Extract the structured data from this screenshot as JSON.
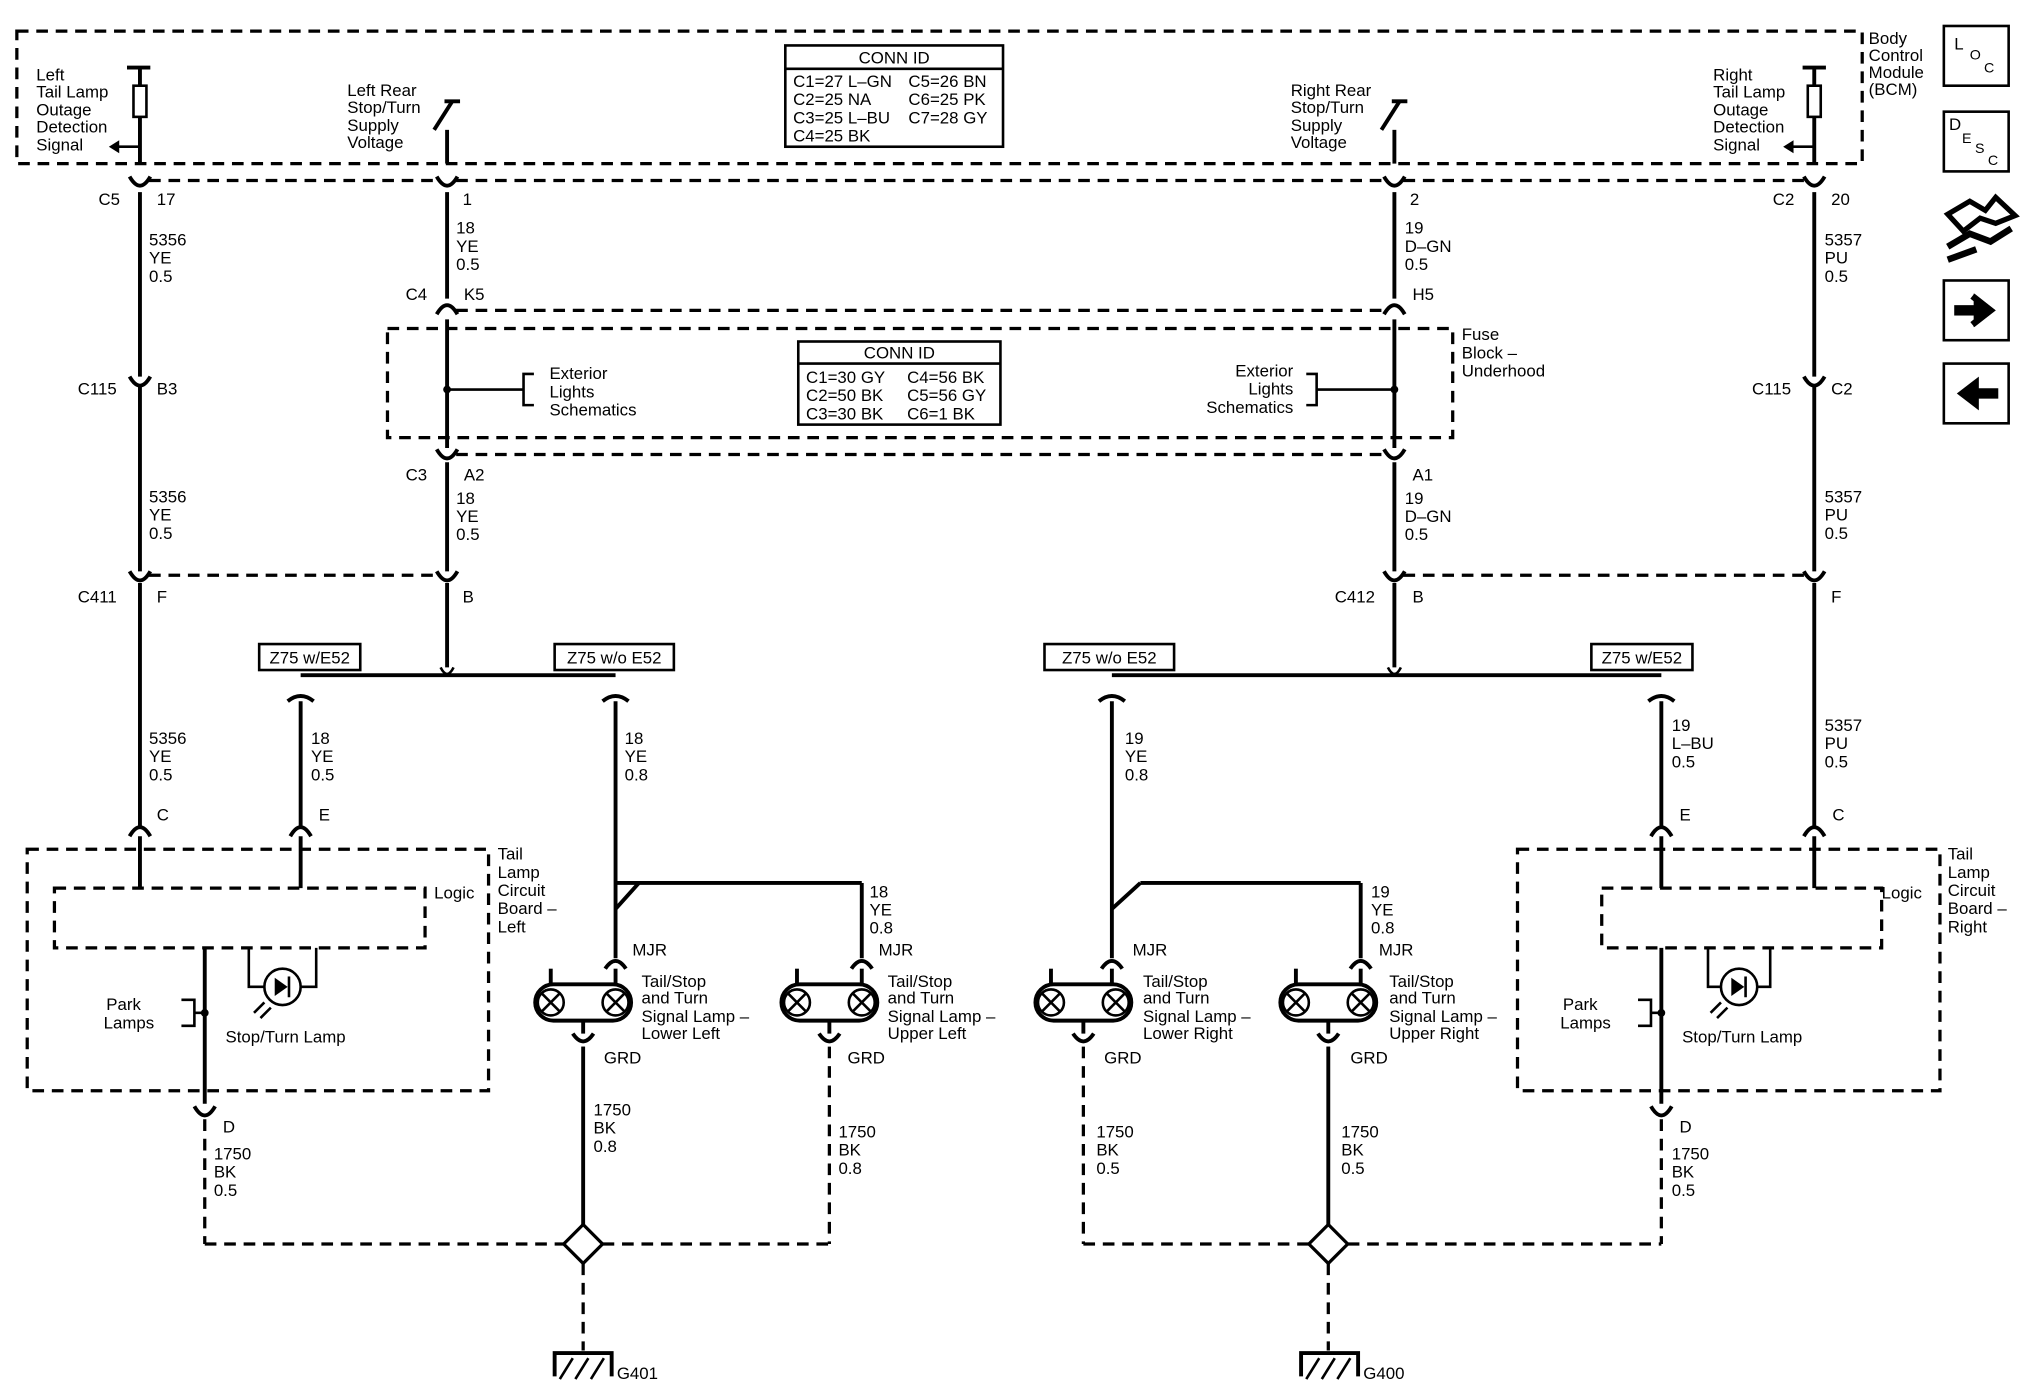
{
  "bcm": {
    "label": [
      "Body",
      "Control",
      "Module",
      "(BCM)"
    ]
  },
  "fuse_block": {
    "label": [
      "Fuse",
      "Block –",
      "Underhood"
    ]
  },
  "bcm_conn": {
    "title": "CONN ID",
    "left": [
      "C1=27 L–GN",
      "C2=25 NA",
      "C3=25 L–BU",
      "C4=25 BK"
    ],
    "right": [
      "C5=26 BN",
      "C6=25 PK",
      "C7=28 GY"
    ]
  },
  "fuse_conn": {
    "title": "CONN ID",
    "left": [
      "C1=30 GY",
      "C2=50 BK",
      "C3=30 BK"
    ],
    "right": [
      "C4=56 BK",
      "C5=56 GY",
      "C6=1 BK"
    ]
  },
  "signals": {
    "left_outage": [
      "Left",
      "Tail Lamp",
      "Outage",
      "Detection",
      "Signal"
    ],
    "left_supply": [
      "Left Rear",
      "Stop/Turn",
      "Supply",
      "Voltage"
    ],
    "right_supply": [
      "Right Rear",
      "Stop/Turn",
      "Supply",
      "Voltage"
    ],
    "right_outage": [
      "Right",
      "Tail Lamp",
      "Outage",
      "Detection",
      "Signal"
    ]
  },
  "exterior_lights": [
    "Exterior",
    "Lights",
    "Schematics"
  ],
  "connectors": {
    "c5": "C5",
    "c5_pin": "17",
    "c2": "C2",
    "c2_pin": "20",
    "pin1": "1",
    "pin2": "2",
    "c4": "C4",
    "k5": "K5",
    "h5": "H5",
    "c115": "C115",
    "b3": "B3",
    "c115r": "C115",
    "c2r": "C2",
    "c3": "C3",
    "a2": "A2",
    "a1": "A1",
    "c411": "C411",
    "f_l": "F",
    "b_l": "B",
    "c412": "C412",
    "b_r": "B",
    "f_r": "F",
    "c_l": "C",
    "e_l": "E",
    "e_r": "E",
    "c_r": "C",
    "d_l": "D",
    "d_r": "D"
  },
  "wires": {
    "w5356": [
      "5356",
      "YE",
      "0.5"
    ],
    "w18": [
      "18",
      "YE",
      "0.5"
    ],
    "w19": [
      "19",
      "D–GN",
      "0.5"
    ],
    "w5357": [
      "5357",
      "PU",
      "0.5"
    ],
    "w18_08": [
      "18",
      "YE",
      "0.8"
    ],
    "w19_08": [
      "19",
      "YE",
      "0.8"
    ],
    "w19_lbu": [
      "19",
      "L–BU",
      "0.5"
    ],
    "w1750_05": [
      "1750",
      "BK",
      "0.5"
    ],
    "w1750_08": [
      "1750",
      "BK",
      "0.8"
    ]
  },
  "options": {
    "z75_w": "Z75 w/E52",
    "z75_wo": "Z75 w/o E52"
  },
  "board_left": [
    "Tail",
    "Lamp",
    "Circuit",
    "Board –",
    "Left"
  ],
  "board_right": [
    "Tail",
    "Lamp",
    "Circuit",
    "Board –",
    "Right"
  ],
  "logic": "Logic",
  "park_lamps": [
    "Park",
    "Lamps"
  ],
  "stop_turn": "Stop/Turn Lamp",
  "mjr": "MJR",
  "grd": "GRD",
  "lamps": {
    "lower_left": [
      "Tail/Stop",
      "and Turn",
      "Signal Lamp –",
      "Lower Left"
    ],
    "upper_left": [
      "Tail/Stop",
      "and Turn",
      "Signal Lamp –",
      "Upper Left"
    ],
    "lower_right": [
      "Tail/Stop",
      "and Turn",
      "Signal Lamp –",
      "Lower Right"
    ],
    "upper_right": [
      "Tail/Stop",
      "and Turn",
      "Signal Lamp –",
      "Upper Right"
    ]
  },
  "grounds": {
    "g401": "G401",
    "g400": "G400"
  },
  "nav": {
    "loc": [
      "L",
      "O",
      "C"
    ],
    "desc": [
      "D",
      "E",
      "S",
      "C"
    ]
  }
}
